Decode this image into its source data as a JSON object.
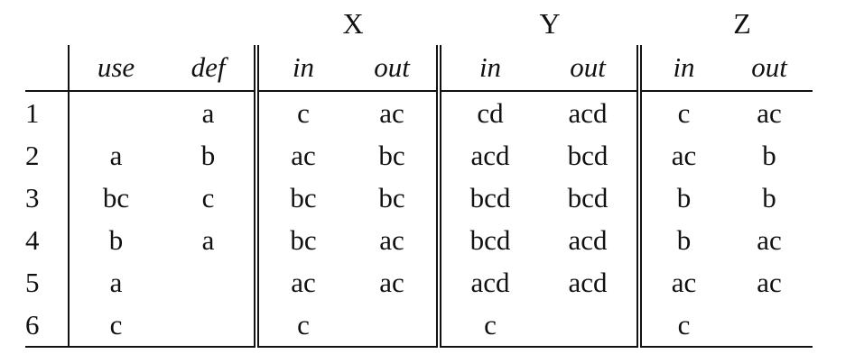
{
  "groups": [
    {
      "label": "X"
    },
    {
      "label": "Y"
    },
    {
      "label": "Z"
    }
  ],
  "columns": {
    "use": "use",
    "def": "def",
    "in": "in",
    "out": "out"
  },
  "rows": [
    {
      "n": "1",
      "use": "",
      "def": "a",
      "x_in": "c",
      "x_out": "ac",
      "y_in": "cd",
      "y_out": "acd",
      "z_in": "c",
      "z_out": "ac"
    },
    {
      "n": "2",
      "use": "a",
      "def": "b",
      "x_in": "ac",
      "x_out": "bc",
      "y_in": "acd",
      "y_out": "bcd",
      "z_in": "ac",
      "z_out": "b"
    },
    {
      "n": "3",
      "use": "bc",
      "def": "c",
      "x_in": "bc",
      "x_out": "bc",
      "y_in": "bcd",
      "y_out": "bcd",
      "z_in": "b",
      "z_out": "b"
    },
    {
      "n": "4",
      "use": "b",
      "def": "a",
      "x_in": "bc",
      "x_out": "ac",
      "y_in": "bcd",
      "y_out": "acd",
      "z_in": "b",
      "z_out": "ac"
    },
    {
      "n": "5",
      "use": "a",
      "def": "",
      "x_in": "ac",
      "x_out": "ac",
      "y_in": "acd",
      "y_out": "acd",
      "z_in": "ac",
      "z_out": "ac"
    },
    {
      "n": "6",
      "use": "c",
      "def": "",
      "x_in": "c",
      "x_out": "",
      "y_in": "c",
      "y_out": "",
      "z_in": "c",
      "z_out": ""
    }
  ]
}
